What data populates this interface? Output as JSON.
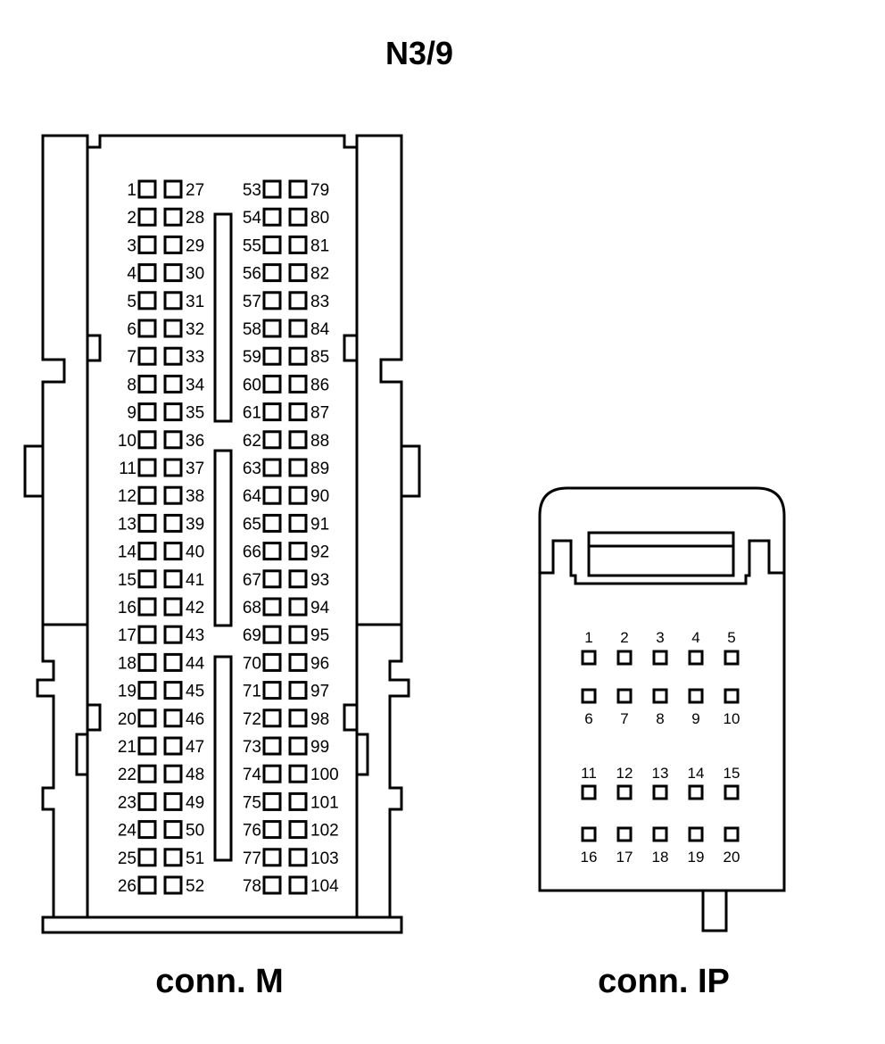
{
  "title": "N3/9",
  "connectors": {
    "m": {
      "label": "conn. M",
      "pins": [
        {
          "n": "1"
        },
        {
          "n": "2"
        },
        {
          "n": "3"
        },
        {
          "n": "4"
        },
        {
          "n": "5"
        },
        {
          "n": "6"
        },
        {
          "n": "7"
        },
        {
          "n": "8"
        },
        {
          "n": "9"
        },
        {
          "n": "10"
        },
        {
          "n": "11"
        },
        {
          "n": "12"
        },
        {
          "n": "13"
        },
        {
          "n": "14"
        },
        {
          "n": "15"
        },
        {
          "n": "16"
        },
        {
          "n": "17"
        },
        {
          "n": "18"
        },
        {
          "n": "19"
        },
        {
          "n": "20"
        },
        {
          "n": "21"
        },
        {
          "n": "22"
        },
        {
          "n": "23"
        },
        {
          "n": "24"
        },
        {
          "n": "25"
        },
        {
          "n": "26"
        },
        {
          "n": "27"
        },
        {
          "n": "28"
        },
        {
          "n": "29"
        },
        {
          "n": "30"
        },
        {
          "n": "31"
        },
        {
          "n": "32"
        },
        {
          "n": "33"
        },
        {
          "n": "34"
        },
        {
          "n": "35"
        },
        {
          "n": "36"
        },
        {
          "n": "37"
        },
        {
          "n": "38"
        },
        {
          "n": "39"
        },
        {
          "n": "40"
        },
        {
          "n": "41"
        },
        {
          "n": "42"
        },
        {
          "n": "43"
        },
        {
          "n": "44"
        },
        {
          "n": "45"
        },
        {
          "n": "46"
        },
        {
          "n": "47"
        },
        {
          "n": "48"
        },
        {
          "n": "49"
        },
        {
          "n": "50"
        },
        {
          "n": "51"
        },
        {
          "n": "52"
        },
        {
          "n": "53"
        },
        {
          "n": "54"
        },
        {
          "n": "55"
        },
        {
          "n": "56"
        },
        {
          "n": "57"
        },
        {
          "n": "58"
        },
        {
          "n": "59"
        },
        {
          "n": "60"
        },
        {
          "n": "61"
        },
        {
          "n": "62"
        },
        {
          "n": "63"
        },
        {
          "n": "64"
        },
        {
          "n": "65"
        },
        {
          "n": "66"
        },
        {
          "n": "67"
        },
        {
          "n": "68"
        },
        {
          "n": "69"
        },
        {
          "n": "70"
        },
        {
          "n": "71"
        },
        {
          "n": "72"
        },
        {
          "n": "73"
        },
        {
          "n": "74"
        },
        {
          "n": "75"
        },
        {
          "n": "76"
        },
        {
          "n": "77"
        },
        {
          "n": "78"
        },
        {
          "n": "79"
        },
        {
          "n": "80"
        },
        {
          "n": "81"
        },
        {
          "n": "82"
        },
        {
          "n": "83"
        },
        {
          "n": "84"
        },
        {
          "n": "85"
        },
        {
          "n": "86"
        },
        {
          "n": "87"
        },
        {
          "n": "88"
        },
        {
          "n": "89"
        },
        {
          "n": "90"
        },
        {
          "n": "91"
        },
        {
          "n": "92"
        },
        {
          "n": "93"
        },
        {
          "n": "94"
        },
        {
          "n": "95"
        },
        {
          "n": "96"
        },
        {
          "n": "97"
        },
        {
          "n": "98"
        },
        {
          "n": "99"
        },
        {
          "n": "100"
        },
        {
          "n": "101"
        },
        {
          "n": "102"
        },
        {
          "n": "103"
        },
        {
          "n": "104"
        }
      ]
    },
    "ip": {
      "label": "conn. IP",
      "pins": [
        {
          "n": "1"
        },
        {
          "n": "2"
        },
        {
          "n": "3"
        },
        {
          "n": "4"
        },
        {
          "n": "5"
        },
        {
          "n": "6"
        },
        {
          "n": "7"
        },
        {
          "n": "8"
        },
        {
          "n": "9"
        },
        {
          "n": "10"
        },
        {
          "n": "11"
        },
        {
          "n": "12"
        },
        {
          "n": "13"
        },
        {
          "n": "14"
        },
        {
          "n": "15"
        },
        {
          "n": "16"
        },
        {
          "n": "17"
        },
        {
          "n": "18"
        },
        {
          "n": "19"
        },
        {
          "n": "20"
        }
      ]
    }
  }
}
